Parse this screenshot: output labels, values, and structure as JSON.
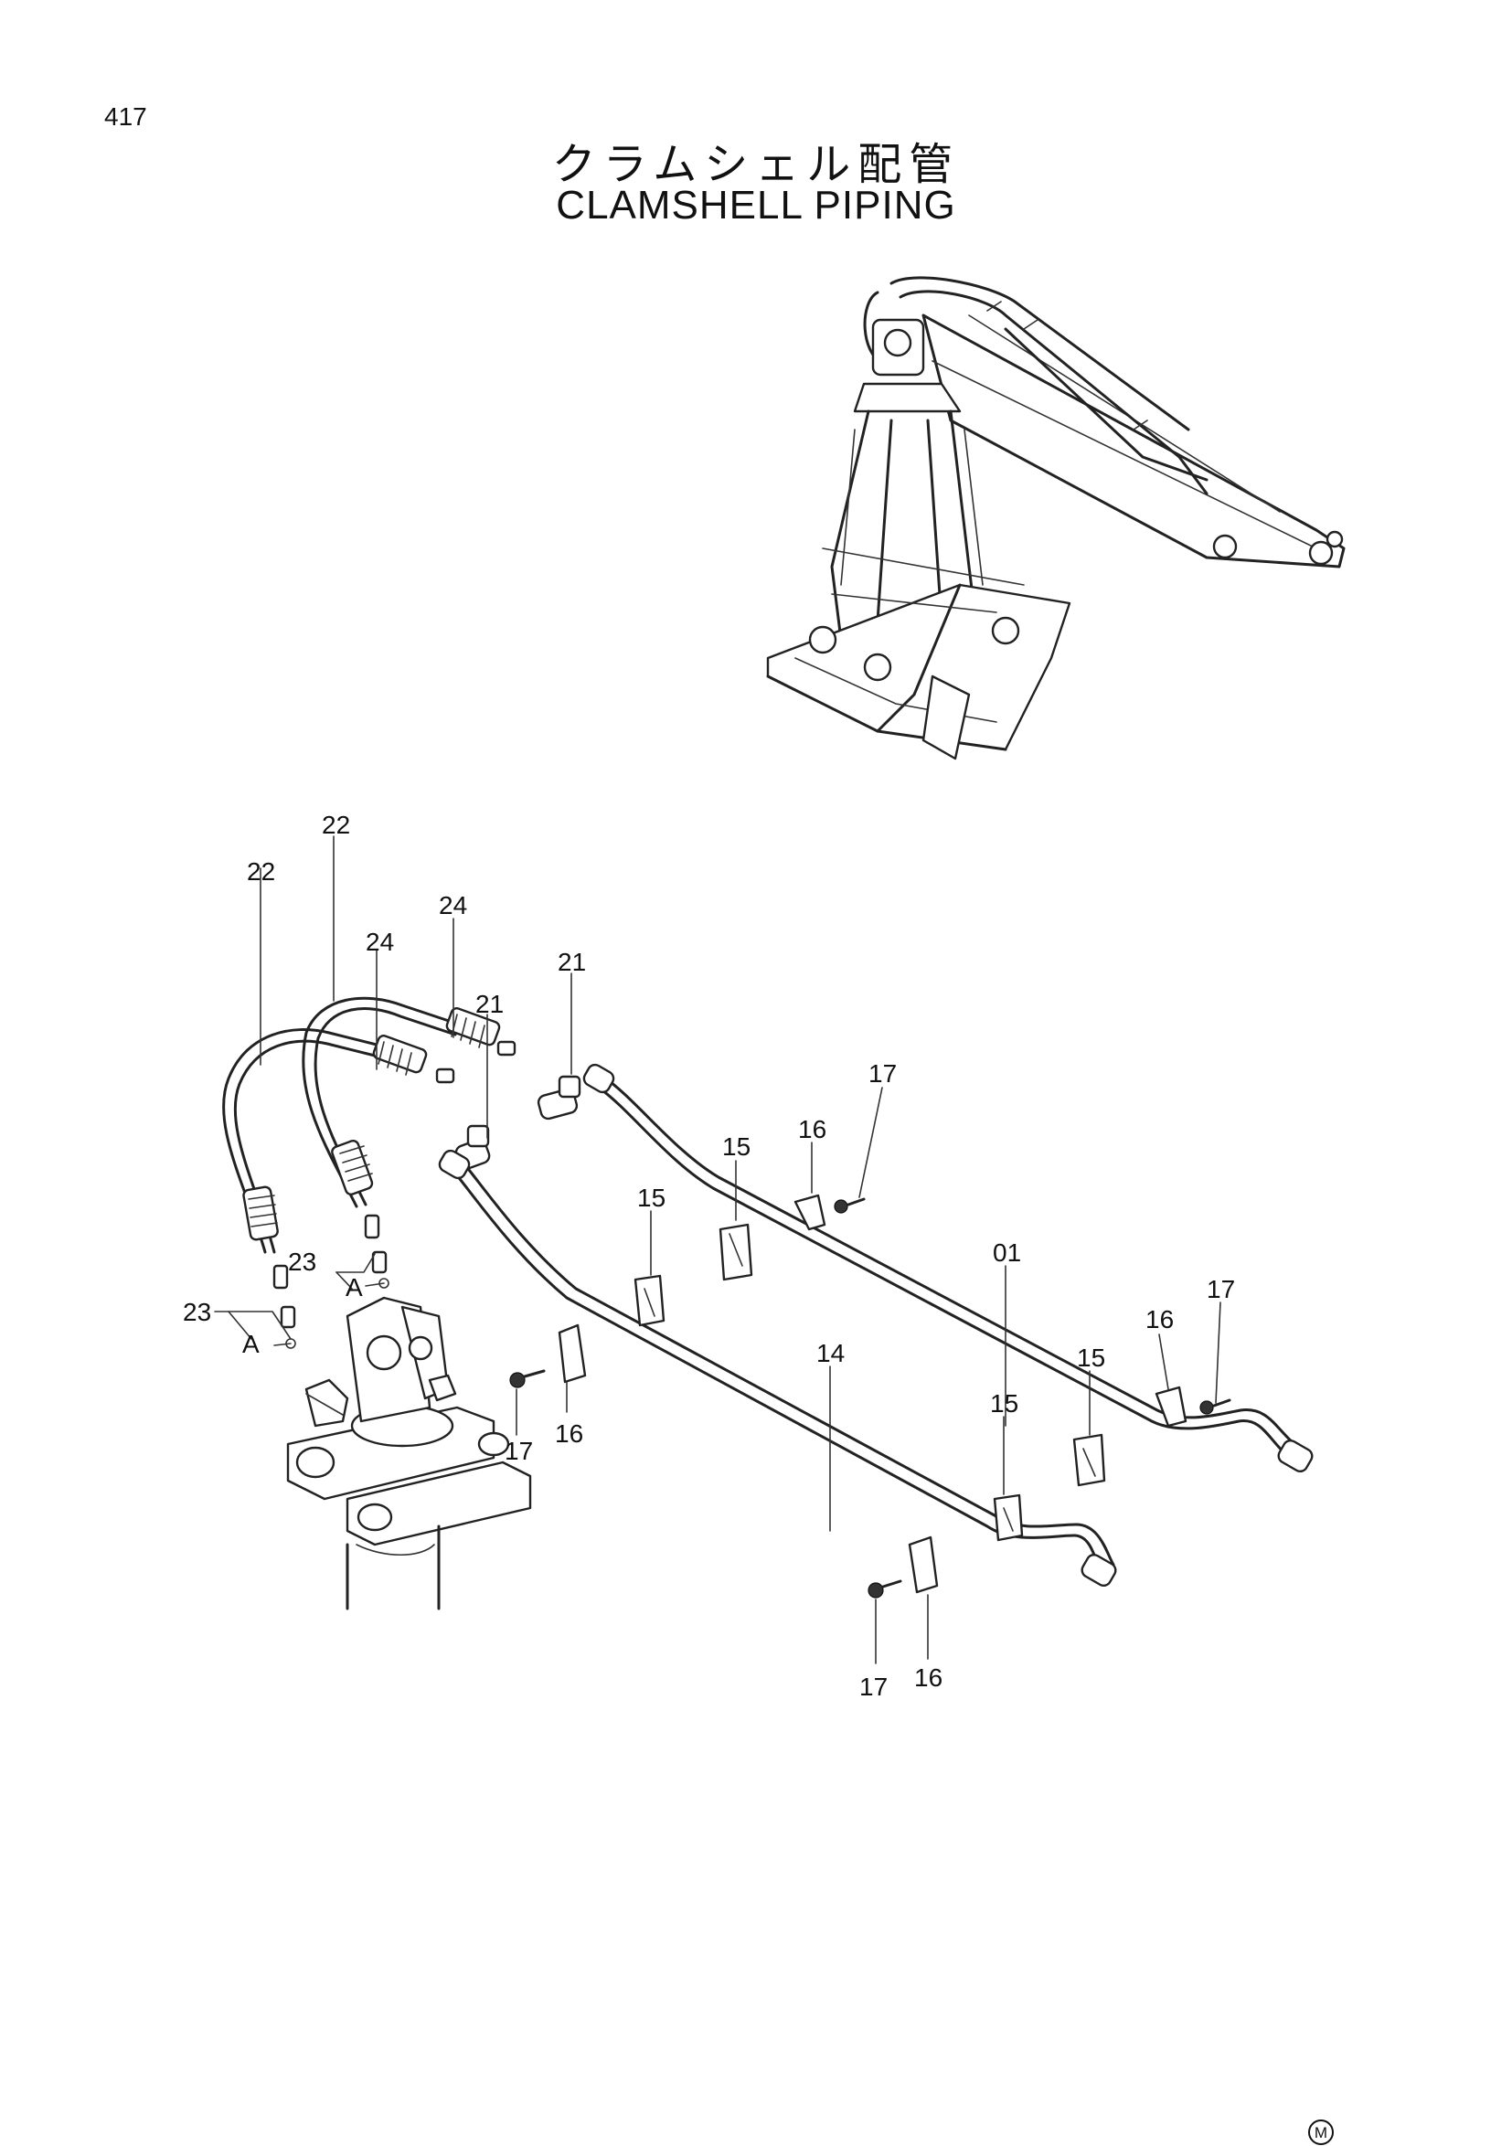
{
  "page": {
    "number": "417"
  },
  "title": {
    "ja": "クラムシェル配管",
    "en": "CLAMSHELL PIPING"
  },
  "callouts": {
    "p01": "01",
    "p14": "14",
    "p15": "15",
    "p16": "16",
    "p17": "17",
    "p21": "21",
    "p22": "22",
    "p23": "23",
    "p24": "24",
    "detail_a": "A"
  },
  "footer": {
    "mark": "M"
  }
}
